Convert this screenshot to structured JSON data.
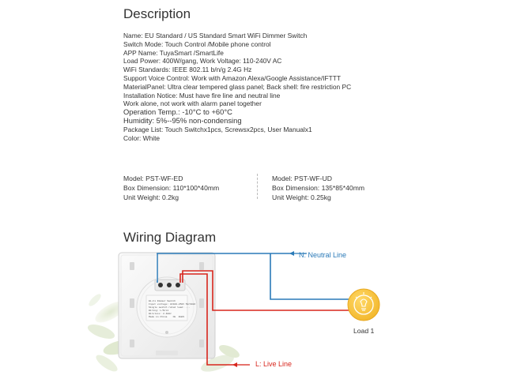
{
  "description": {
    "title": "Description",
    "specs": [
      "Name:  EU Standard / US Standard Smart WiFi Dimmer Switch",
      "Switch Mode:  Touch Control /Mobile phone control",
      "APP Name:  TuyaSmart /SmartLife",
      "Load Power:  400W/gang, Work Voltage: 110-240V AC",
      "WiFi Standards:  IEEE 802.11 b/n/g 2.4G Hz",
      "Support Voice Control:  Work with Amazon Alexa/Google Assistance/IFTTT",
      "MaterialPanel:  Ultra clear tempered glass panel; Back shell: fire restriction PC",
      "Installation Notice:  Must have fire line and neutral line",
      "Work alone, not work with alarm panel together",
      "Operation Temp.:  -10°C to +60°C",
      "Humidity:  5%--95% non-condensing",
      "Package List:  Touch Switchx1pcs, Screwsx2pcs, User Manualx1",
      "Color:  White"
    ]
  },
  "models": {
    "left": {
      "model": "Model:  PST-WF-ED",
      "box": "Box Dimension:  110*100*40mm",
      "weight": "Unit Weight:  0.2kg"
    },
    "right": {
      "model": "Model:  PST-WF-UD",
      "box": "Box Dimension:  135*85*40mm",
      "weight": "Unit Weight:  0.25kg"
    }
  },
  "wiring": {
    "title": "Wiring Diagram",
    "neutral_label": "N:  Neutral Line",
    "live_label": "L:  Live Line",
    "load_label": "Load 1",
    "switch_label": "Wi-Fi Dimmer Switch\nInput voltage: AC100-250V 50/60Hz\nSingle switch rated load: ...\nWiring: L/N/L1\nWireless: 2.4GHz\nMade in China    CE  RoHS"
  },
  "colors": {
    "neutral": "#2a7ab8",
    "live": "#d8261d",
    "bulb": "#f3b92f"
  },
  "icons": {
    "bulb": "light-bulb-icon",
    "arrow": "arrow-left-icon"
  }
}
